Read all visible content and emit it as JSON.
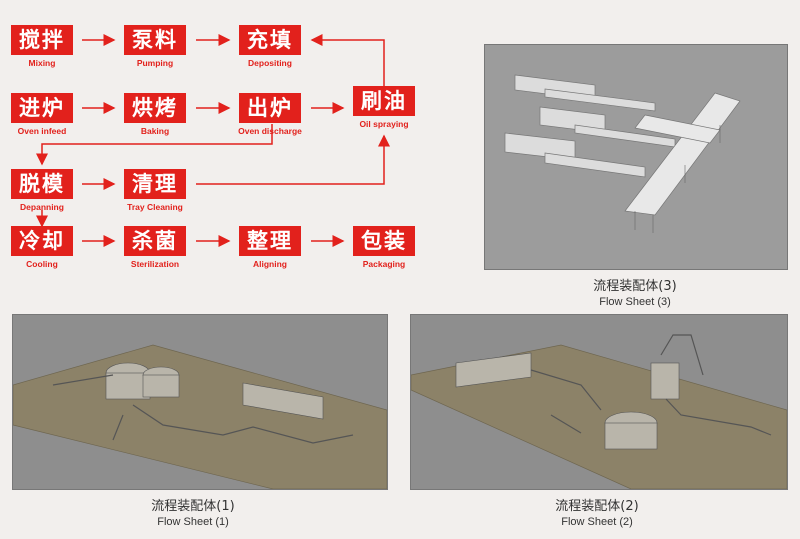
{
  "steps": [
    {
      "cn": "搅拌",
      "en": "Mixing"
    },
    {
      "cn": "泵料",
      "en": "Pumping"
    },
    {
      "cn": "充填",
      "en": "Depositing"
    },
    {
      "cn": "进炉",
      "en": "Oven infeed"
    },
    {
      "cn": "烘烤",
      "en": "Baking"
    },
    {
      "cn": "出炉",
      "en": "Oven discharge"
    },
    {
      "cn": "刷油",
      "en": "Oil spraying"
    },
    {
      "cn": "脱模",
      "en": "Depanning"
    },
    {
      "cn": "清理",
      "en": "Tray Cleaning"
    },
    {
      "cn": "冷却",
      "en": "Cooling"
    },
    {
      "cn": "杀菌",
      "en": "Sterilization"
    },
    {
      "cn": "整理",
      "en": "Aligning"
    },
    {
      "cn": "包装",
      "en": "Packaging"
    }
  ],
  "flow_sheets": [
    {
      "cn": "流程装配体(3)",
      "en": "Flow Sheet (3)"
    },
    {
      "cn": "流程装配体(1)",
      "en": "Flow Sheet (1)"
    },
    {
      "cn": "流程装配体(2)",
      "en": "Flow Sheet (2)"
    }
  ],
  "colors": {
    "accent": "#e2211c",
    "panel_bg": "#909090",
    "floor": "#8c8268",
    "page_bg": "#f2efed"
  }
}
